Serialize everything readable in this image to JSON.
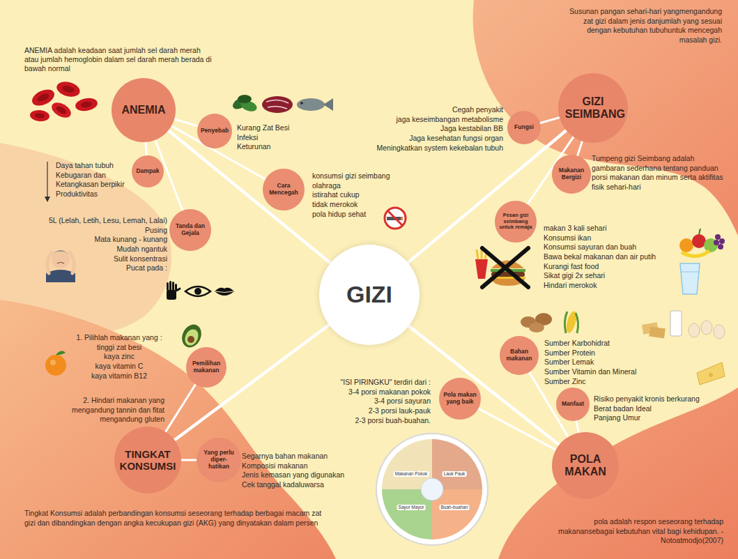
{
  "diagram": {
    "nodes": [
      {
        "text": [
          "GIZI"
        ]
      },
      {
        "text": [
          "ANEMIA"
        ]
      },
      {
        "text": [
          "Penyebab"
        ]
      },
      {
        "text": [
          "Dampak"
        ]
      },
      {
        "text": [
          "Cara Mencegah"
        ]
      },
      {
        "text": [
          "Tanda dan Gejala"
        ]
      },
      {
        "text": [
          "GIZI SEIMBANG"
        ]
      },
      {
        "text": [
          "Fungsi"
        ]
      },
      {
        "text": [
          "Makanan Bergizi"
        ]
      },
      {
        "text": [
          "Pesan gizi seimbang untuk remaja"
        ]
      },
      {
        "text": [
          "TINGKAT KONSUMSI"
        ]
      },
      {
        "text": [
          "Pemilihan makanan"
        ]
      },
      {
        "text": [
          "Yang perlu diper-hatikan"
        ]
      },
      {
        "text": [
          "POLA MAKAN"
        ]
      },
      {
        "text": [
          "Bahan makanan"
        ]
      },
      {
        "text": [
          "Pola makan yang baik"
        ]
      },
      {
        "text": [
          "Manfaat"
        ]
      }
    ],
    "edges": [
      {
        "from": 0,
        "to": 1,
        "arrow": "none"
      },
      {
        "from": 0,
        "to": 6,
        "arrow": "none"
      },
      {
        "from": 0,
        "to": 10,
        "arrow": "none"
      },
      {
        "from": 0,
        "to": 13,
        "arrow": "none"
      },
      {
        "from": 1,
        "to": 2,
        "arrow": "none"
      },
      {
        "from": 1,
        "to": 3,
        "arrow": "none"
      },
      {
        "from": 1,
        "to": 4,
        "arrow": "none"
      },
      {
        "from": 1,
        "to": 5,
        "arrow": "none"
      },
      {
        "from": 6,
        "to": 7,
        "arrow": "none"
      },
      {
        "from": 6,
        "to": 8,
        "arrow": "none"
      },
      {
        "from": 6,
        "to": 9,
        "arrow": "none"
      },
      {
        "from": 10,
        "to": 11,
        "arrow": "none"
      },
      {
        "from": 10,
        "to": 12,
        "arrow": "none"
      },
      {
        "from": 13,
        "to": 14,
        "arrow": "none"
      },
      {
        "from": 13,
        "to": 15,
        "arrow": "none"
      },
      {
        "from": 13,
        "to": 16,
        "arrow": "none"
      }
    ],
    "labels": [
      "ANEMIA adalah keadaan saat jumlah sel darah merah atau jumlah hemoglobin dalam sel darah merah berada di bawah normal",
      "Kurang Zat Besi",
      "Infeksi",
      "Keturunan",
      "Daya tahan tubuh",
      "Kebugaran dan",
      "Ketangkasan berpikir",
      "Produktivitas",
      "konsumsi gizi seimbang",
      "olahraga",
      "istirahat cukup",
      "tidak merokok",
      "pola hidup sehat",
      "5L (Lelah, Letih, Lesu, Lemah, Lalai)",
      "Pusing",
      "Mata kunang - kunang",
      "Mudah ngantuk",
      "Sulit konsentrasi",
      "Pucat pada :",
      "1. Pilihlah makanan yang :",
      "tinggi zat besi",
      "kaya zinc",
      "kaya vitamin C",
      "kaya vitamin B12",
      "2. Hindari makanan yang mengandung tannin dan fitat",
      "mengandung gluten",
      "Segarnya bahan makanan",
      "Komposisi makanan",
      "Jenis kemasan yang digunakan",
      "Cek tanggal kadaluwarsa",
      "Tingkat Konsumsi adalah perbandingan konsumsi seseorang terhadap berbagai macam zat gizi dan dibandingkan dengan angka kecukupan gizi (AKG) yang dinyatakan dalam persen",
      "Susunan pangan sehari-hari yangmengandung zat gizi dalam jenis danjumlah yang sesuai dengan kebutuhan tubuhuntuk mencegah masalah gizi.",
      "Cegah penyakit",
      "jaga keseimbangan metabolisme",
      "Jaga kestabilan BB",
      "Jaga kesehatan fungsi organ",
      "Meningkatkan system kekebalan tubuh",
      "Tumpeng gizi Seimbang adalah gambaran sederhana tentang panduan porsi makanan dan minum serta aktifitas fisik sehari-hari",
      "makan 3 kali sehari",
      "Konsumsi ikan",
      "Konsumsi sayuran dan buah",
      "Bawa bekal makanan dan air putih",
      "Kurangi fast food",
      "Sikat gigi 2x sehari",
      "Hindari merokok",
      "Sumber Karbohidrat",
      "Sumber Protein",
      "Sumber Lemak",
      "Sumber Vitamin dan Mineral",
      "Sumber Zinc",
      "Risiko penyakit kronis berkurang",
      "Berat badan Ideal",
      "Panjang Umur",
      "\"ISI PIRINGKU\" terdiri dari :",
      "3-4 porsi makanan pokok",
      "3-4 porsi sayuran",
      "2-3 porsi lauk-pauk",
      "2-3 porsi buah-buahan.",
      "pola adalah respon seseorang terhadap makanansebagai kebutuhan vital bagi kehidupan. -Notoatmodjo(2007)",
      "Makanan Pokok",
      "Lauk Pauk",
      "Sayur Mayur",
      "Buah-buahan"
    ]
  }
}
